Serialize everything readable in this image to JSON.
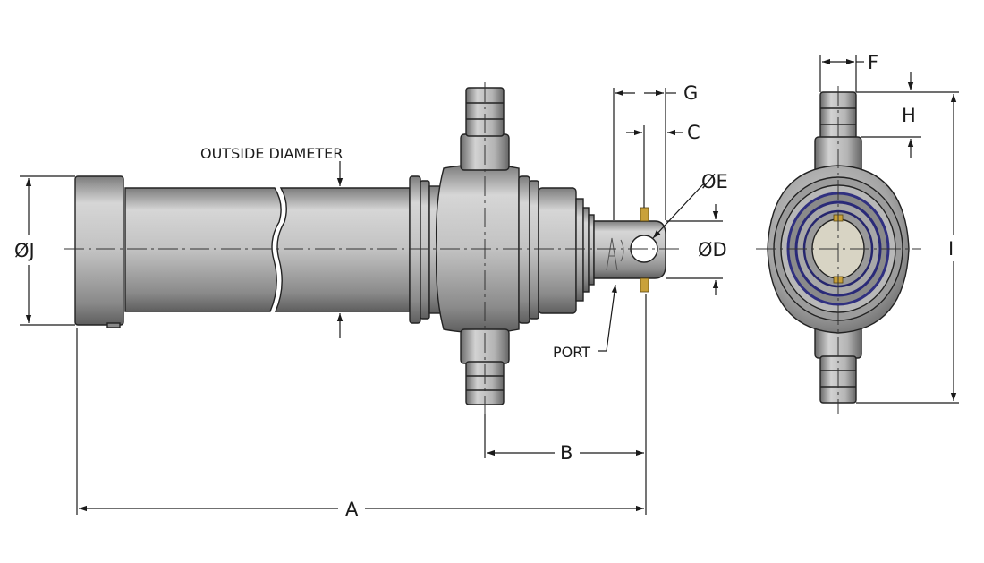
{
  "labels": {
    "outside_diameter": "OUTSIDE DIAMETER",
    "dia_j": "ØJ",
    "dia_e": "ØE",
    "dia_d": "ØD",
    "port": "PORT",
    "a": "A",
    "b": "B",
    "c": "C",
    "f": "F",
    "g": "G",
    "h": "H",
    "i": "I"
  }
}
